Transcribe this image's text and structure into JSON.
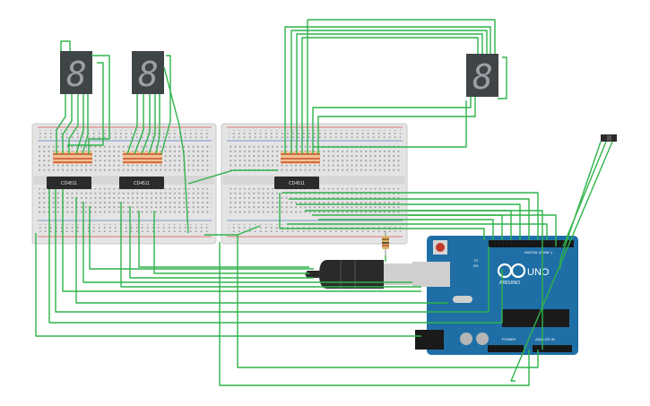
{
  "colors": {
    "wire": "#2fb34a",
    "breadboard": "#e6e6e6",
    "breadboard_hole": "#8c8c8c",
    "rail_red": "#d9534f",
    "rail_blue": "#5b7fbf",
    "display_body": "#3f4447",
    "display_segment": "#9aa0a6",
    "chip_body": "#2b2b2b",
    "arduino_board": "#1f6fa6",
    "usb_plug": "#2a2a2a",
    "resistor": "#d6b46a"
  },
  "displays": [
    {
      "name": "seven-segment-display-1",
      "digit": "8"
    },
    {
      "name": "seven-segment-display-2",
      "digit": "8"
    },
    {
      "name": "seven-segment-display-3",
      "digit": "8"
    }
  ],
  "chips": [
    {
      "name": "cd4511-decoder-1",
      "label": "CD4511"
    },
    {
      "name": "cd4511-decoder-2",
      "label": "CD4511"
    },
    {
      "name": "cd4511-decoder-3",
      "label": "CD4511"
    }
  ],
  "arduino": {
    "brand_label": "ARDUINO",
    "model_label": "UNO",
    "digital_label": "DIGITAL (PWM~)",
    "analog_label": "ANALOG IN",
    "power_label": "POWER",
    "tx_label": "TX",
    "rx_label": "RX",
    "icon": "arduino-infinity-logo"
  },
  "components": {
    "switch_icon": "slide-switch-icon",
    "resistor_icon": "resistor-icon",
    "usb_icon": "usb-plug-icon"
  }
}
